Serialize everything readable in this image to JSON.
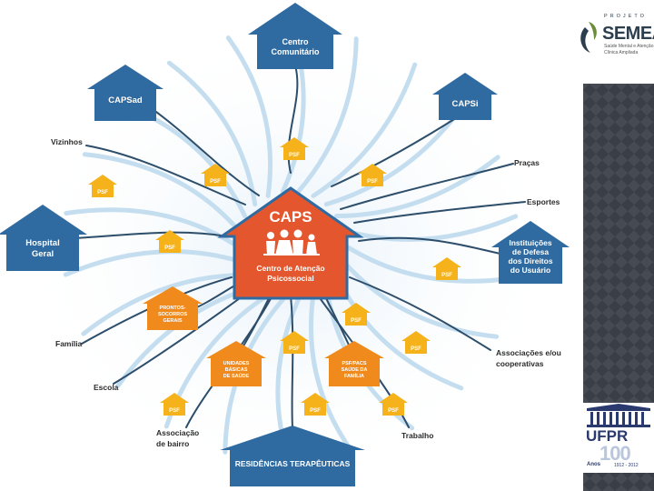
{
  "center": {
    "title": "CAPS",
    "line1": "Centro de Atenção",
    "line2": "Psicossocial"
  },
  "houses": {
    "centro_comunitario": [
      "Centro",
      "Comunitário"
    ],
    "capsad": [
      "CAPSad"
    ],
    "capsi": [
      "CAPSi"
    ],
    "hospital_geral": [
      "Hospital",
      "Geral"
    ],
    "instituicoes": [
      "Instituições",
      "de Defesa",
      "dos Direitos",
      "do Usuário"
    ],
    "residencias": [
      "RESIDÊNCIAS TERAPÊUTICAS"
    ],
    "prontos_socorros": [
      "PRONTOS-",
      "SOCORROS",
      "GERAIS"
    ],
    "unidades_basicas": [
      "UNIDADES",
      "BÁSICAS",
      "DE SAÚDE"
    ],
    "psf_pacs": [
      "PSF/PACS",
      "SAÚDE DA",
      "FAMÍLIA"
    ]
  },
  "psf_label": "PSF",
  "labels": {
    "vizinhos": "Vizinhos",
    "pracas": "Praças",
    "esportes": "Esportes",
    "familia": "Família",
    "escola": "Escola",
    "associacao_bairro": [
      "Associação",
      "de bairro"
    ],
    "trabalho": "Trabalho",
    "associacoes_coop": [
      "Associações e/ou",
      "cooperativas"
    ]
  },
  "logo": {
    "projeto": "PROJETO",
    "semear": "SEMEAR",
    "sub1": "Saúde Mental e Atenção",
    "sub2": "Clínica Ampliada"
  },
  "ufpr": {
    "name": "UFPR",
    "hundred": "100",
    "anos": "Anos",
    "years": "1912 - 2012"
  },
  "colors": {
    "blue": "#2f6aa0",
    "orange": "#f08a1c",
    "center_red": "#e4572e",
    "psf_yellow": "#f6b21a",
    "ray_blue": "#c4def0",
    "line_dark": "#2d4e6b"
  }
}
